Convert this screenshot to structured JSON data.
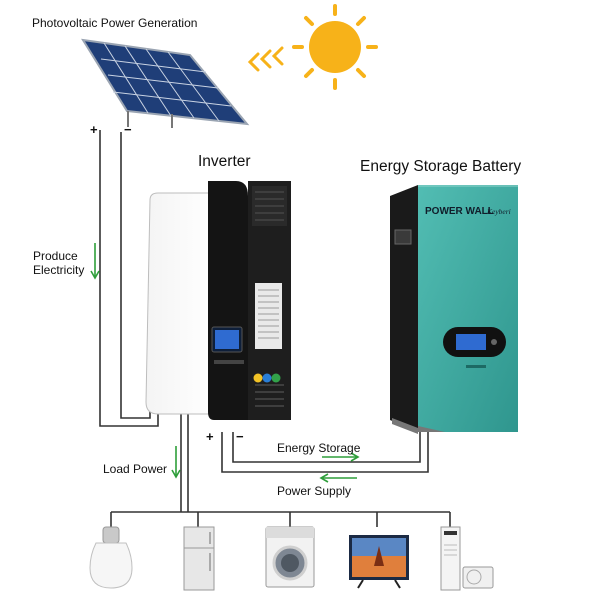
{
  "labels": {
    "pv_title": "Photovoltaic Power Generation",
    "inverter": "Inverter",
    "battery": "Energy Storage Battery",
    "produce_line1": "Produce",
    "produce_line2": "Electricity",
    "load_power": "Load Power",
    "energy_storage": "Energy Storage",
    "power_supply": "Power Supply",
    "plus_panel": "+",
    "minus_panel": "−",
    "plus_inv": "+",
    "minus_inv": "−"
  },
  "battery_face": {
    "brand": "POWER WALL",
    "logo": "Keyberi"
  },
  "loads": [
    {
      "name": "light-bulb"
    },
    {
      "name": "refrigerator"
    },
    {
      "name": "washing-machine"
    },
    {
      "name": "television"
    },
    {
      "name": "air-conditioner"
    }
  ],
  "colors": {
    "sun": "#F7B219",
    "arrow_green": "#2E9E3A",
    "battery_teal": "#3FA9A1",
    "panel_blue": "#1F3E78",
    "wire": "#333333"
  }
}
